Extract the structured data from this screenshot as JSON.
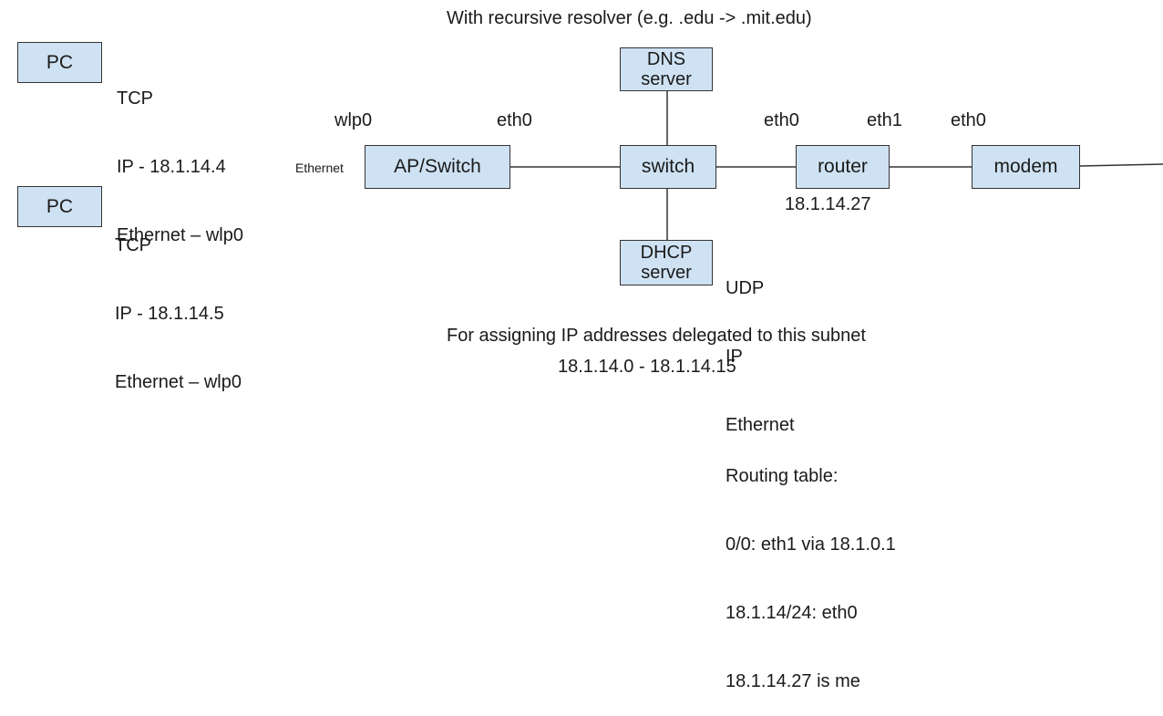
{
  "title": "With recursive resolver (e.g. .edu -> .mit.edu)",
  "pc1": {
    "label": "PC",
    "stack": [
      "TCP",
      "IP - 18.1.14.4",
      "Ethernet – wlp0"
    ]
  },
  "pc2": {
    "label": "PC",
    "stack": [
      "TCP",
      "IP - 18.1.14.5",
      "Ethernet – wlp0"
    ]
  },
  "nodes": {
    "dns": "DNS server",
    "ap": "AP/Switch",
    "switch": "switch",
    "router": "router",
    "modem": "modem",
    "dhcp": "DHCP server"
  },
  "labels": {
    "wlp0": "wlp0",
    "eth0_ap": "eth0",
    "eth0_router": "eth0",
    "eth1_router": "eth1",
    "eth0_modem": "eth0",
    "ethernet_small": "Ethernet",
    "router_ip": "18.1.14.27"
  },
  "dhcp_stack": [
    "UDP",
    "IP",
    "Ethernet"
  ],
  "subnet_note": {
    "line1": "For assigning IP addresses delegated to this subnet",
    "line2": "18.1.14.0 - 18.1.14.15"
  },
  "routing_table": {
    "title": "Routing table:",
    "rows": [
      "0/0: eth1 via 18.1.0.1",
      "18.1.14/24: eth0",
      "18.1.14.27 is me"
    ]
  }
}
